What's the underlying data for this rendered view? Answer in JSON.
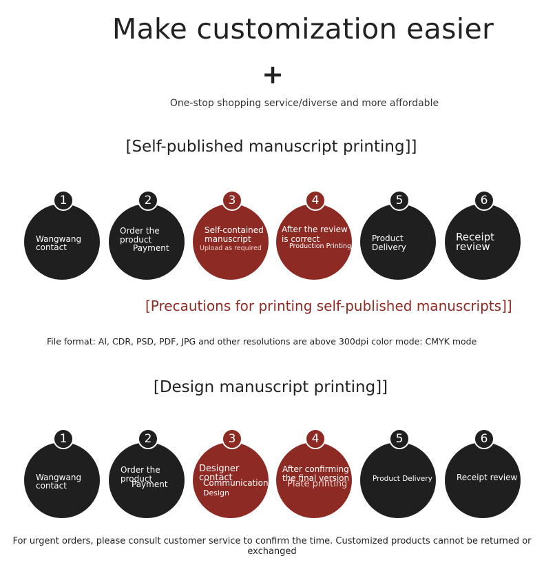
{
  "header": {
    "title": "Make customization easier",
    "plus": "+",
    "subtitle": "One-stop shopping service/diverse and more affordable"
  },
  "section1": {
    "title": "[Self-published manuscript printing]]",
    "steps": [
      {
        "number": "1",
        "lines": [
          "Wangwang",
          "contact"
        ]
      },
      {
        "number": "2",
        "lines": [
          "Order the",
          "product",
          "Payment"
        ]
      },
      {
        "number": "3",
        "lines": [
          "Self-contained",
          "manuscript",
          "Upload as required"
        ]
      },
      {
        "number": "4",
        "lines": [
          "After the review",
          "is correct",
          "Production Printing"
        ]
      },
      {
        "number": "5",
        "lines": [
          "Product",
          "Delivery"
        ]
      },
      {
        "number": "6",
        "lines": [
          "Receipt",
          "review"
        ]
      }
    ]
  },
  "precautions": {
    "title": "[Precautions for printing self-published manuscripts]]",
    "text": "File format: AI, CDR, PSD, PDF, JPG and other resolutions are above 300dpi color mode: CMYK mode"
  },
  "section2": {
    "title": "[Design manuscript printing]]",
    "steps": [
      {
        "number": "1",
        "lines": [
          "Wangwang",
          "contact"
        ]
      },
      {
        "number": "2",
        "lines": [
          "Order the",
          "product",
          "Payment"
        ]
      },
      {
        "number": "3",
        "lines": [
          "Designer",
          "contact",
          "Communication",
          "Design"
        ]
      },
      {
        "number": "4",
        "lines": [
          "After confirming",
          "the final version",
          "Plate printing"
        ]
      },
      {
        "number": "5",
        "lines": [
          "Product Delivery"
        ]
      },
      {
        "number": "6",
        "lines": [
          "Receipt review"
        ]
      }
    ]
  },
  "footer": {
    "text": "For urgent orders, please consult customer service to confirm the time. Customized products cannot be returned or exchanged"
  },
  "colors": {
    "dark": "#1f1f1f",
    "accent": "#8e2a24"
  }
}
